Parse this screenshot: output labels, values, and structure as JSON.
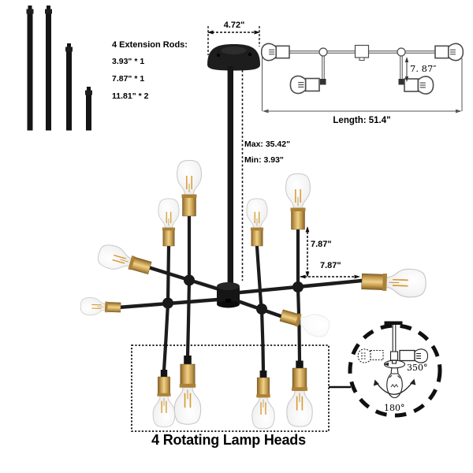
{
  "background": "#ffffff",
  "rods": {
    "heading": "4 Extension Rods:",
    "sizes": [
      "3.93\" * 1",
      "7.87\" * 1",
      "11.81\" * 2"
    ]
  },
  "canopy": {
    "diameter": "4.72\""
  },
  "suspension": {
    "max": "Max: 35.42\"",
    "min": "Min: 3.93\""
  },
  "dims": {
    "vertical": "7.87\"",
    "horizontal": "7.87\""
  },
  "schematic": {
    "drop": "7. 87″",
    "length": "Length: 51.4\""
  },
  "rotation": {
    "swivel": "350°",
    "tilt": "180°"
  },
  "caption": {
    "text": "4 Rotating Lamp Heads"
  },
  "colors": {
    "brass": "#c8a155",
    "metal_black": "#161616",
    "filament": "#d89a2e",
    "line": "#111111"
  }
}
